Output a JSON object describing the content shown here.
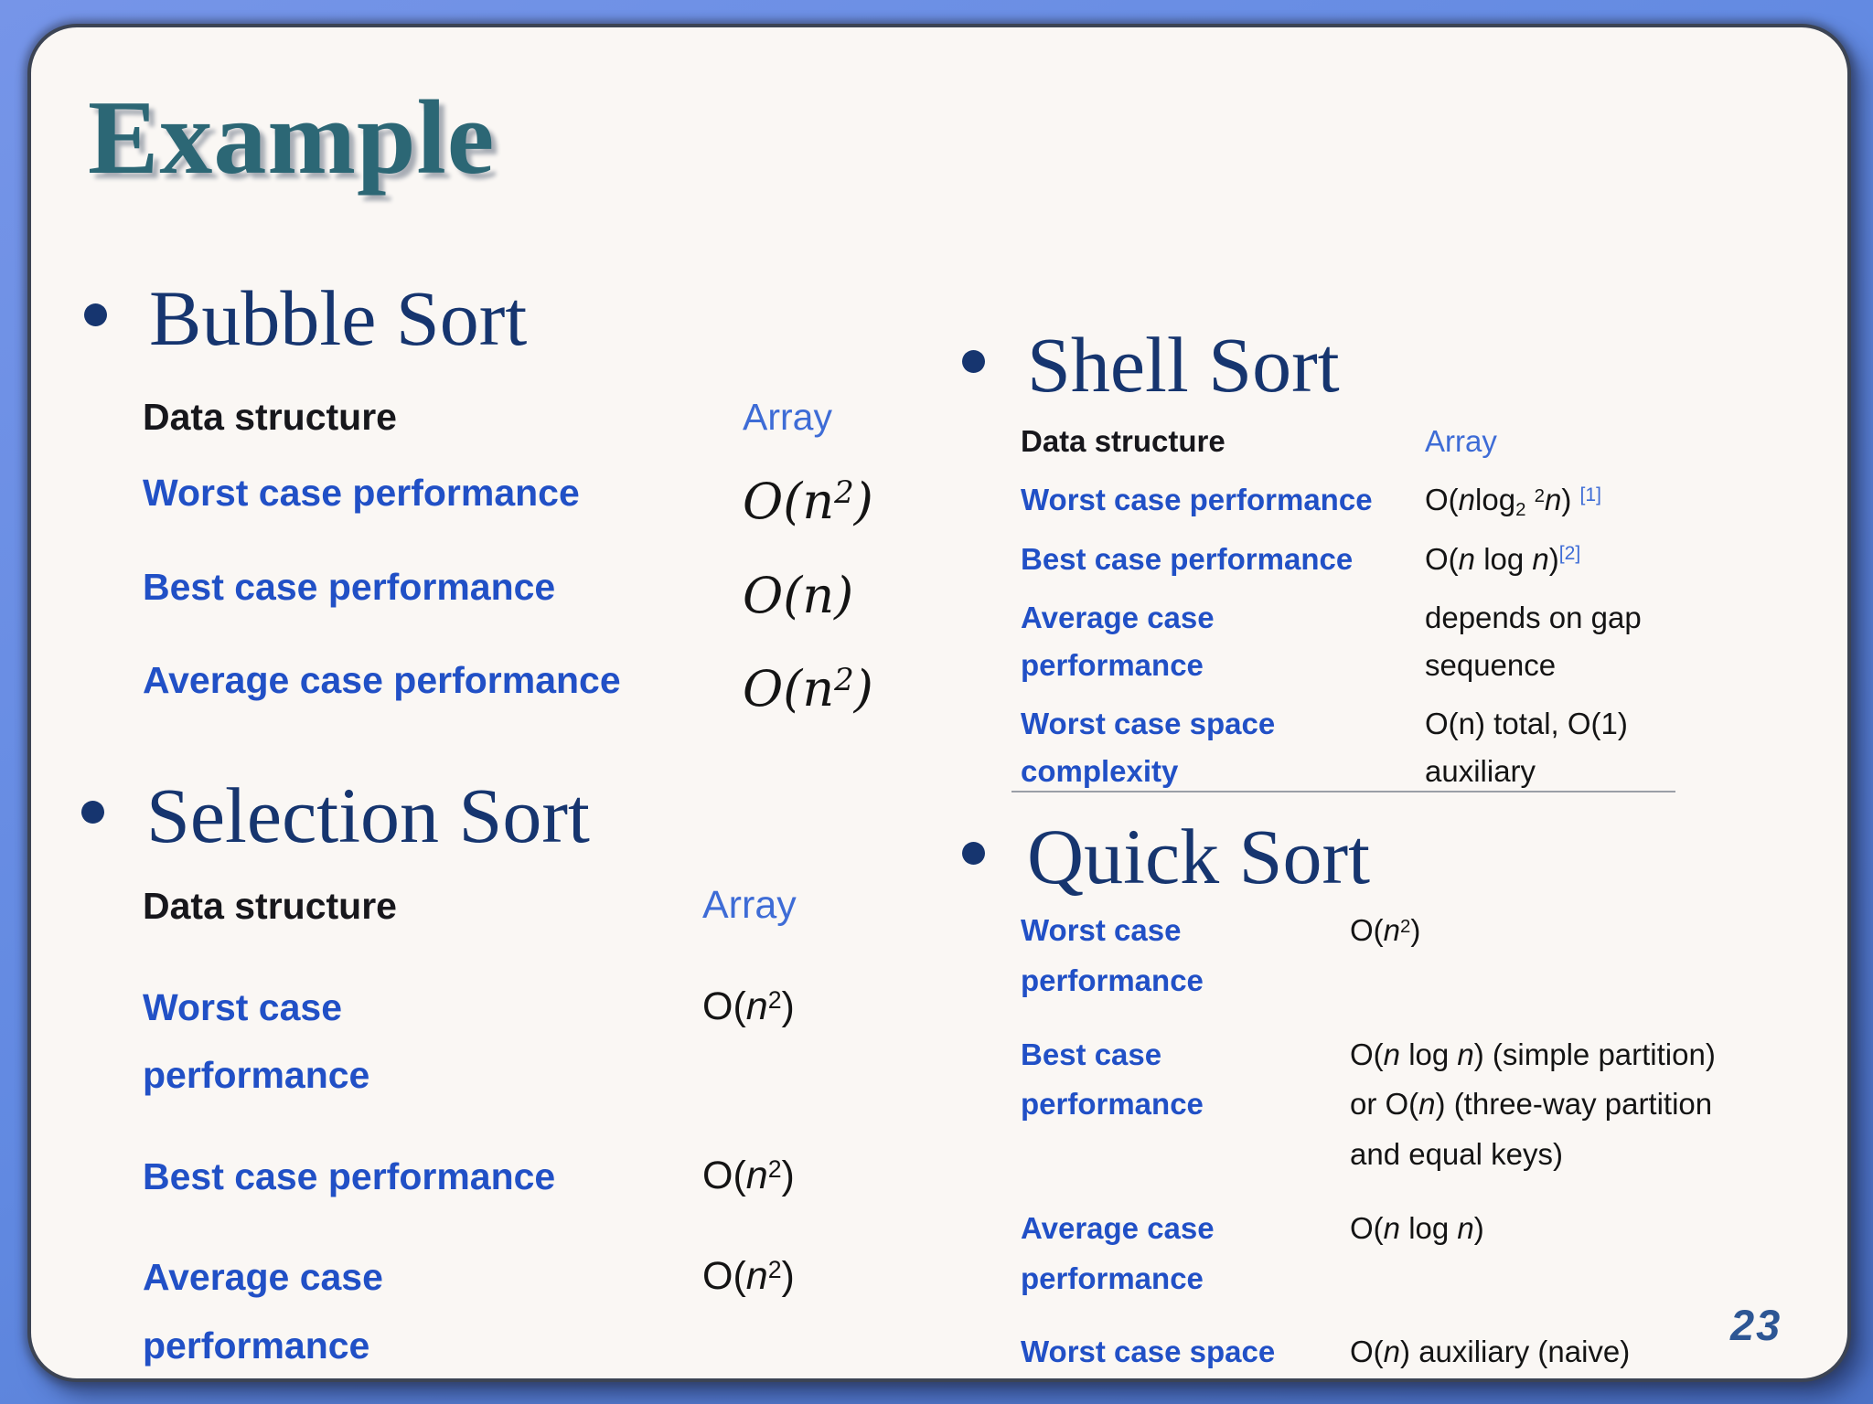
{
  "slide": {
    "title": "Example",
    "page_number": "23",
    "colors": {
      "frame_blue": "#6189e1",
      "card_background": "#faf7f4",
      "title_teal": "#2c6775",
      "heading_navy": "#16356f",
      "label_blue": "#2150c6",
      "link_blue": "#3e6cd6",
      "value_black": "#141414"
    },
    "sections": [
      {
        "id": "bubble-sort",
        "heading": "Bubble Sort",
        "rows": [
          {
            "label": "Data structure",
            "dark": true,
            "value": [
              {
                "t": "Array",
                "s": "link"
              }
            ]
          },
          {
            "label": "Worst case performance",
            "value": [
              {
                "t": "O(n",
                "s": "m"
              },
              {
                "t": "2",
                "s": "sup"
              },
              {
                "t": ")",
                "s": "m"
              }
            ]
          },
          {
            "label": "Best case performance",
            "value": [
              {
                "t": "O(n)",
                "s": "m"
              }
            ]
          },
          {
            "label": "Average case performance",
            "value": [
              {
                "t": "O(n",
                "s": "m"
              },
              {
                "t": "2",
                "s": "sup"
              },
              {
                "t": ")",
                "s": "m"
              }
            ]
          }
        ]
      },
      {
        "id": "selection-sort",
        "heading": "Selection Sort",
        "rows": [
          {
            "label": "Data structure",
            "dark": true,
            "value": [
              {
                "t": "Array",
                "s": "link"
              }
            ]
          },
          {
            "label": "Worst case\nperformance",
            "value": [
              {
                "t": "O(",
                "s": "t"
              },
              {
                "t": "n",
                "s": "i"
              },
              {
                "t": "2",
                "s": "sup"
              },
              {
                "t": ")",
                "s": "t"
              }
            ]
          },
          {
            "label": "Best case performance",
            "value": [
              {
                "t": "O(",
                "s": "t"
              },
              {
                "t": "n",
                "s": "i"
              },
              {
                "t": "2",
                "s": "sup"
              },
              {
                "t": ")",
                "s": "t"
              }
            ]
          },
          {
            "label": "Average case\nperformance",
            "value": [
              {
                "t": "O(",
                "s": "t"
              },
              {
                "t": "n",
                "s": "i"
              },
              {
                "t": "2",
                "s": "sup"
              },
              {
                "t": ")",
                "s": "t"
              }
            ]
          }
        ]
      },
      {
        "id": "shell-sort",
        "heading": "Shell Sort",
        "rows": [
          {
            "label": "Data structure",
            "dark": true,
            "value": [
              {
                "t": "Array",
                "s": "link"
              }
            ]
          },
          {
            "label": "Worst case performance",
            "value": [
              {
                "t": "O(",
                "s": "t"
              },
              {
                "t": "n",
                "s": "i"
              },
              {
                "t": "log",
                "s": "t"
              },
              {
                "t": "2",
                "s": "sub"
              },
              {
                "t": " ",
                "s": "t"
              },
              {
                "t": "2",
                "s": "sup"
              },
              {
                "t": "n",
                "s": "i"
              },
              {
                "t": ") ",
                "s": "t"
              },
              {
                "t": "[1]",
                "s": "ref"
              }
            ]
          },
          {
            "label": "Best case performance",
            "value": [
              {
                "t": "O(",
                "s": "t"
              },
              {
                "t": "n",
                "s": "i"
              },
              {
                "t": " log ",
                "s": "t"
              },
              {
                "t": "n",
                "s": "i"
              },
              {
                "t": ")",
                "s": "t"
              },
              {
                "t": "[2]",
                "s": "ref"
              }
            ]
          },
          {
            "label": "Average case\nperformance",
            "value": [
              {
                "t": "depends on gap\nsequence",
                "s": "t"
              }
            ]
          },
          {
            "label": "Worst case space\ncomplexity",
            "value": [
              {
                "t": "O(n) total, O(1)\nauxiliary",
                "s": "t"
              }
            ]
          }
        ]
      },
      {
        "id": "quick-sort",
        "heading": "Quick Sort",
        "rows": [
          {
            "label": "Worst case\nperformance",
            "value": [
              {
                "t": "O(",
                "s": "t"
              },
              {
                "t": "n",
                "s": "i"
              },
              {
                "t": "2",
                "s": "sup"
              },
              {
                "t": ")",
                "s": "t"
              }
            ]
          },
          {
            "label": "Best case\nperformance",
            "value": [
              {
                "t": "O(",
                "s": "t"
              },
              {
                "t": "n",
                "s": "i"
              },
              {
                "t": " log ",
                "s": "t"
              },
              {
                "t": "n",
                "s": "i"
              },
              {
                "t": ") (simple partition)\nor O(",
                "s": "t"
              },
              {
                "t": "n",
                "s": "i"
              },
              {
                "t": ") (three-way partition\nand equal keys)",
                "s": "t"
              }
            ]
          },
          {
            "label": "Average case\nperformance",
            "value": [
              {
                "t": "O(",
                "s": "t"
              },
              {
                "t": "n",
                "s": "i"
              },
              {
                "t": " log ",
                "s": "t"
              },
              {
                "t": "n",
                "s": "i"
              },
              {
                "t": ")",
                "s": "t"
              }
            ]
          },
          {
            "label": "Worst case space",
            "value": [
              {
                "t": "O(",
                "s": "t"
              },
              {
                "t": "n",
                "s": "i"
              },
              {
                "t": ") auxiliary (naive)",
                "s": "t"
              }
            ]
          }
        ]
      }
    ]
  }
}
